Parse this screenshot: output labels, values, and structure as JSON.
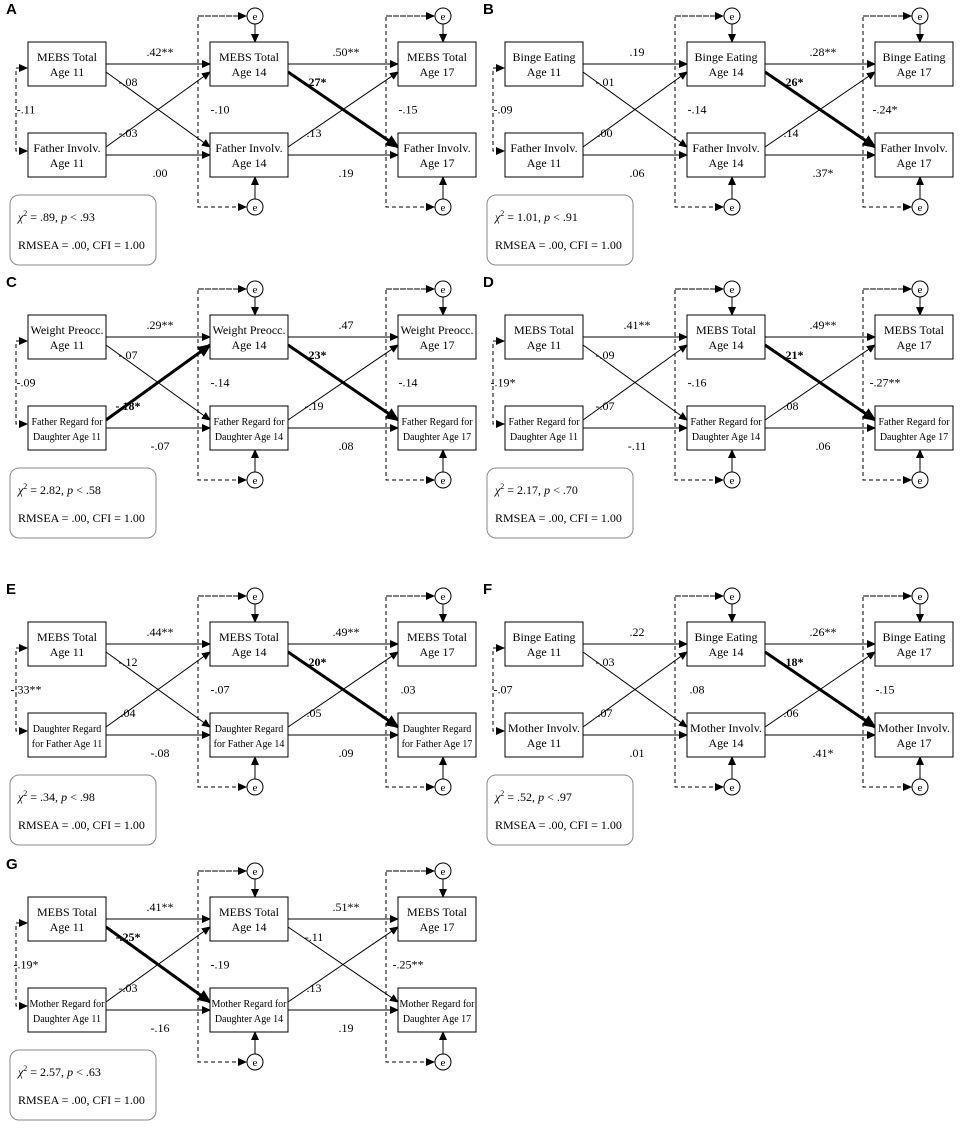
{
  "panels": [
    {
      "label": "A",
      "nodes": [
        [
          "MEBS Total",
          "Age 11"
        ],
        [
          "Father Involv.",
          "Age 11"
        ],
        [
          "MEBS Total",
          "Age 14"
        ],
        [
          "Father Involv.",
          "Age 14"
        ],
        [
          "MEBS Total",
          "Age 17"
        ],
        [
          "Father Involv.",
          "Age 17"
        ]
      ],
      "coef": {
        "top1": {
          "t": ".42**",
          "b": false
        },
        "bot1": {
          "t": ".00",
          "b": false
        },
        "top2": {
          "t": ".50**",
          "b": false
        },
        "bot2": {
          "t": ".19",
          "b": false
        },
        "x1a": {
          "t": "-.08",
          "b": false
        },
        "x1b": {
          "t": "-.03",
          "b": false
        },
        "x2a": {
          "t": "-.27*",
          "b": true,
          "thick": true
        },
        "x2b": {
          "t": ".13",
          "b": false
        },
        "c11": {
          "t": "-.11",
          "b": false
        },
        "c14": {
          "t": "-.10",
          "b": false
        },
        "c17": {
          "t": "-.15",
          "b": false
        }
      },
      "chi": "= .89,",
      "p": "< .93",
      "rmsea": "RMSEA = .00, CFI = 1.00"
    },
    {
      "label": "B",
      "nodes": [
        [
          "Binge Eating",
          "Age 11"
        ],
        [
          "Father Involv.",
          "Age 11"
        ],
        [
          "Binge Eating",
          "Age 14"
        ],
        [
          "Father Involv.",
          "Age 14"
        ],
        [
          "Binge Eating",
          "Age 17"
        ],
        [
          "Father Involv.",
          "Age 17"
        ]
      ],
      "coef": {
        "top1": {
          "t": ".19",
          "b": false
        },
        "bot1": {
          "t": ".06",
          "b": false
        },
        "top2": {
          "t": ".28**",
          "b": false
        },
        "bot2": {
          "t": ".37*",
          "b": false
        },
        "x1a": {
          "t": "-.01",
          "b": false
        },
        "x1b": {
          "t": ".00",
          "b": false
        },
        "x2a": {
          "t": "-.26*",
          "b": true,
          "thick": true
        },
        "x2b": {
          "t": ".14",
          "b": false
        },
        "c11": {
          "t": "-.09",
          "b": false
        },
        "c14": {
          "t": "-.14",
          "b": false
        },
        "c17": {
          "t": "-.24*",
          "b": false
        }
      },
      "chi": "= 1.01,",
      "p": "< .91",
      "rmsea": "RMSEA = .00, CFI = 1.00"
    },
    {
      "label": "C",
      "nodes": [
        [
          "Weight Preocc.",
          "Age 11"
        ],
        [
          "Father Regard for",
          "Daughter Age 11"
        ],
        [
          "Weight Preocc.",
          "Age 14"
        ],
        [
          "Father Regard for",
          "Daughter Age 14"
        ],
        [
          "Weight Preocc.",
          "Age 17"
        ],
        [
          "Father Regard for",
          "Daughter Age 17"
        ]
      ],
      "coef": {
        "top1": {
          "t": ".29**",
          "b": false
        },
        "bot1": {
          "t": "-.07",
          "b": false
        },
        "top2": {
          "t": ".47",
          "b": false
        },
        "bot2": {
          "t": ".08",
          "b": false
        },
        "x1a": {
          "t": "-.07",
          "b": false
        },
        "x1b": {
          "t": "-.18*",
          "b": true,
          "thick": true
        },
        "x2a": {
          "t": "-.23*",
          "b": true,
          "thick": true
        },
        "x2b": {
          "t": "-.19",
          "b": false
        },
        "c11": {
          "t": "-.09",
          "b": false
        },
        "c14": {
          "t": "-.14",
          "b": false
        },
        "c17": {
          "t": "-.14",
          "b": false
        }
      },
      "chi": "= 2.82,",
      "p": "< .58",
      "rmsea": "RMSEA = .00, CFI = 1.00"
    },
    {
      "label": "D",
      "nodes": [
        [
          "MEBS Total",
          "Age 11"
        ],
        [
          "Father Regard for",
          "Daughter Age 11"
        ],
        [
          "MEBS Total",
          "Age 14"
        ],
        [
          "Father Regard for",
          "Daughter Age 14"
        ],
        [
          "MEBS Total",
          "Age 17"
        ],
        [
          "Father Regard for",
          "Daughter Age 17"
        ]
      ],
      "coef": {
        "top1": {
          "t": ".41**",
          "b": false
        },
        "bot1": {
          "t": "-.11",
          "b": false
        },
        "top2": {
          "t": ".49**",
          "b": false
        },
        "bot2": {
          "t": ".06",
          "b": false
        },
        "x1a": {
          "t": "-.09",
          "b": false
        },
        "x1b": {
          "t": "-.07",
          "b": false
        },
        "x2a": {
          "t": "-.21*",
          "b": true,
          "thick": true
        },
        "x2b": {
          "t": ".08",
          "b": false
        },
        "c11": {
          "t": "-.19*",
          "b": false
        },
        "c14": {
          "t": "-.16",
          "b": false
        },
        "c17": {
          "t": "-.27**",
          "b": false
        }
      },
      "chi": "= 2.17,",
      "p": "< .70",
      "rmsea": "RMSEA = .00, CFI = 1.00"
    },
    {
      "label": "E",
      "nodes": [
        [
          "MEBS Total",
          "Age 11"
        ],
        [
          "Daughter Regard",
          "for Father Age 11"
        ],
        [
          "MEBS Total",
          "Age 14"
        ],
        [
          "Daughter Regard",
          "for Father Age 14"
        ],
        [
          "MEBS Total",
          "Age 17"
        ],
        [
          "Daughter Regard",
          "for Father Age 17"
        ]
      ],
      "coef": {
        "top1": {
          "t": ".44**",
          "b": false
        },
        "bot1": {
          "t": "-.08",
          "b": false
        },
        "top2": {
          "t": ".49**",
          "b": false
        },
        "bot2": {
          "t": ".09",
          "b": false
        },
        "x1a": {
          "t": "-.12",
          "b": false
        },
        "x1b": {
          "t": ".04",
          "b": false
        },
        "x2a": {
          "t": "-.20*",
          "b": true,
          "thick": true
        },
        "x2b": {
          "t": ".05",
          "b": false
        },
        "c11": {
          "t": "-.33**",
          "b": false
        },
        "c14": {
          "t": "-.07",
          "b": false
        },
        "c17": {
          "t": ".03",
          "b": false
        }
      },
      "chi": "= .34,",
      "p": "< .98",
      "rmsea": "RMSEA = .00, CFI = 1.00"
    },
    {
      "label": "F",
      "nodes": [
        [
          "Binge Eating",
          "Age 11"
        ],
        [
          "Mother Involv.",
          "Age 11"
        ],
        [
          "Binge Eating",
          "Age 14"
        ],
        [
          "Mother Involv.",
          "Age 14"
        ],
        [
          "Binge Eating",
          "Age 17"
        ],
        [
          "Mother Involv.",
          "Age 17"
        ]
      ],
      "coef": {
        "top1": {
          "t": ".22",
          "b": false
        },
        "bot1": {
          "t": ".01",
          "b": false
        },
        "top2": {
          "t": ".26**",
          "b": false
        },
        "bot2": {
          "t": ".41*",
          "b": false
        },
        "x1a": {
          "t": "-.03",
          "b": false
        },
        "x1b": {
          "t": ".07",
          "b": false
        },
        "x2a": {
          "t": "-.18*",
          "b": true,
          "thick": true
        },
        "x2b": {
          "t": ".06",
          "b": false
        },
        "c11": {
          "t": "-.07",
          "b": false
        },
        "c14": {
          "t": ".08",
          "b": false
        },
        "c17": {
          "t": "-.15",
          "b": false
        }
      },
      "chi": "= .52,",
      "p": "< .97",
      "rmsea": "RMSEA = .00, CFI = 1.00"
    },
    {
      "label": "G",
      "nodes": [
        [
          "MEBS Total",
          "Age 11"
        ],
        [
          "Mother Regard for",
          "Daughter Age 11"
        ],
        [
          "MEBS Total",
          "Age 14"
        ],
        [
          "Mother Regard for",
          "Daughter Age 14"
        ],
        [
          "MEBS Total",
          "Age 17"
        ],
        [
          "Mother Regard for",
          "Daughter Age 17"
        ]
      ],
      "coef": {
        "top1": {
          "t": ".41**",
          "b": false
        },
        "bot1": {
          "t": "-.16",
          "b": false
        },
        "top2": {
          "t": ".51**",
          "b": false
        },
        "bot2": {
          "t": ".19",
          "b": false
        },
        "x1a": {
          "t": "-.25*",
          "b": true,
          "thick": true
        },
        "x1b": {
          "t": "-.03",
          "b": false
        },
        "x2a": {
          "t": "-.11",
          "b": false
        },
        "x2b": {
          "t": ".13",
          "b": false
        },
        "c11": {
          "t": "-.19*",
          "b": false
        },
        "c14": {
          "t": "-.19",
          "b": false
        },
        "c17": {
          "t": "-.25**",
          "b": false
        }
      },
      "chi": "= 2.57,",
      "p": "< .63",
      "rmsea": "RMSEA = .00, CFI = 1.00"
    }
  ],
  "error_label": "e",
  "chi_symbol": "χ",
  "chi_sup": "2",
  "p_symbol": "p"
}
